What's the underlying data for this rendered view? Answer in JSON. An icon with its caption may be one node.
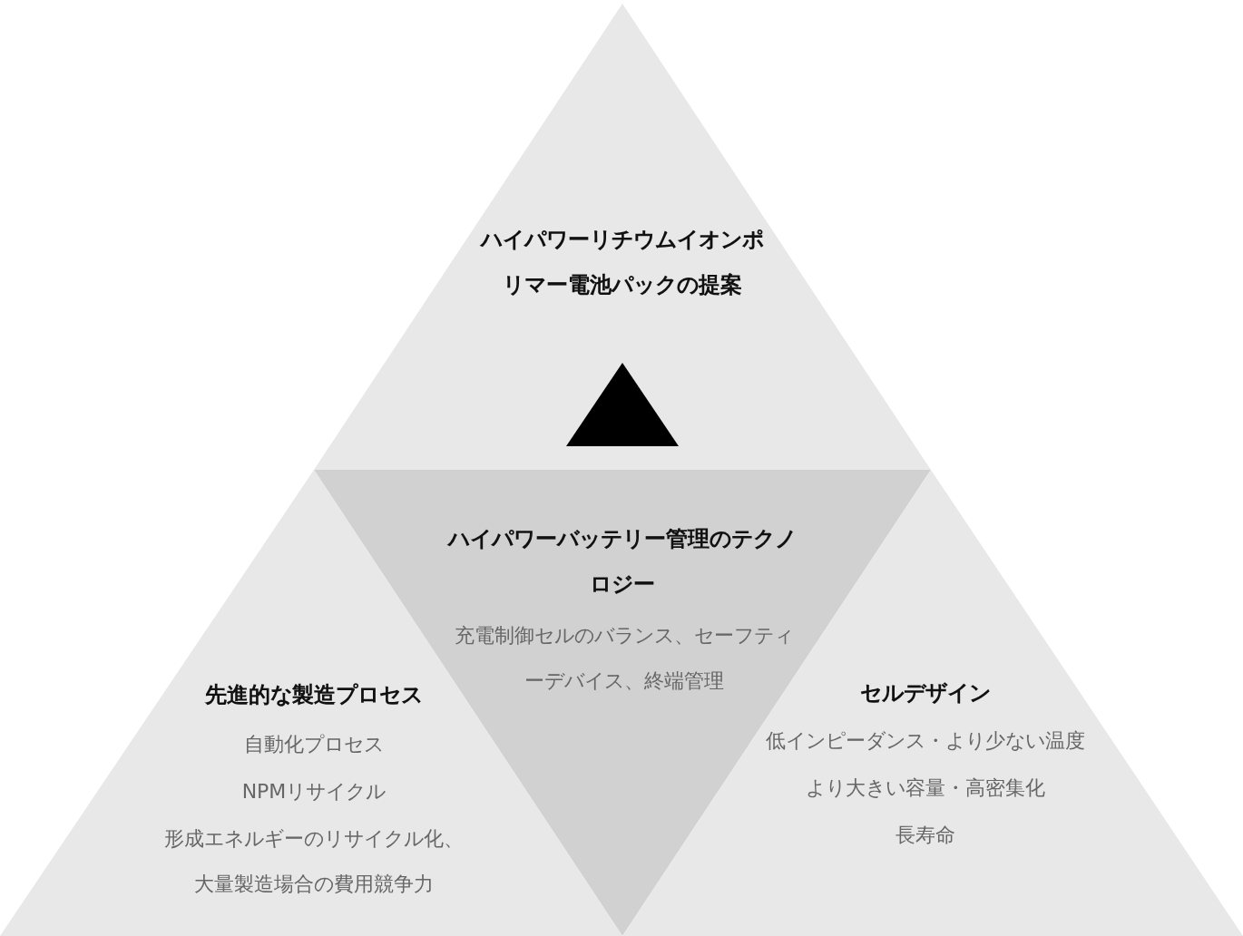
{
  "diagram": {
    "nodes": [
      {
        "text": [
          "ハイパワーリチウムイオンポリマー電池パックの提案"
        ]
      },
      {
        "text": [
          "ハイパワーバッテリー管理のテクノロジー",
          "充電制御セルのバランス、セーフティーデバイス、終端管理"
        ]
      },
      {
        "text": [
          "先進的な製造プロセス",
          "自動化プロセス",
          "NPMリサイクル",
          "形成エネルギーのリサイクル化、大量製造場合の費用競争力"
        ]
      },
      {
        "text": [
          "セルデザイン",
          "低インピーダンス・より少ない温度",
          "より大きい容量・高密集化",
          "長寿命"
        ]
      }
    ]
  }
}
